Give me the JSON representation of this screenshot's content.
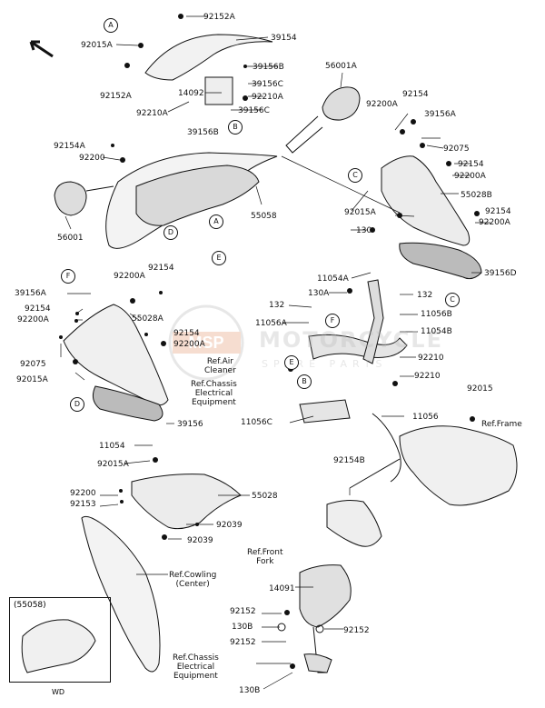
{
  "callouts": [
    {
      "id": "c1",
      "text": "92152A"
    },
    {
      "id": "c2",
      "text": "39154"
    },
    {
      "id": "c3",
      "text": "92015A"
    },
    {
      "id": "c4",
      "text": "92152A"
    },
    {
      "id": "c5",
      "text": "39156B"
    },
    {
      "id": "c6",
      "text": "56001A"
    },
    {
      "id": "c7",
      "text": "14092"
    },
    {
      "id": "c8",
      "text": "39156C"
    },
    {
      "id": "c9",
      "text": "92210A"
    },
    {
      "id": "c10",
      "text": "92210A"
    },
    {
      "id": "c11",
      "text": "39156C"
    },
    {
      "id": "c12",
      "text": "39156B"
    },
    {
      "id": "c13",
      "text": "92200A"
    },
    {
      "id": "c14",
      "text": "92154"
    },
    {
      "id": "c15",
      "text": "39156A"
    },
    {
      "id": "c16",
      "text": "92154A"
    },
    {
      "id": "c17",
      "text": "92075"
    },
    {
      "id": "c18",
      "text": "92200"
    },
    {
      "id": "c19",
      "text": "92154"
    },
    {
      "id": "c20",
      "text": "92200A"
    },
    {
      "id": "c21",
      "text": "55028B"
    },
    {
      "id": "c22",
      "text": "55058"
    },
    {
      "id": "c23",
      "text": "92015A"
    },
    {
      "id": "c24",
      "text": "92154"
    },
    {
      "id": "c25",
      "text": "92200A"
    },
    {
      "id": "c26",
      "text": "56001"
    },
    {
      "id": "c27",
      "text": "130"
    },
    {
      "id": "c28",
      "text": "39156D"
    },
    {
      "id": "c29",
      "text": "11054A"
    },
    {
      "id": "c30",
      "text": "92200A"
    },
    {
      "id": "c31",
      "text": "92154"
    },
    {
      "id": "c32",
      "text": "130A"
    },
    {
      "id": "c33",
      "text": "39156A"
    },
    {
      "id": "c34",
      "text": "55028A"
    },
    {
      "id": "c35",
      "text": "132"
    },
    {
      "id": "c36",
      "text": "132"
    },
    {
      "id": "c37",
      "text": "92154"
    },
    {
      "id": "c38",
      "text": "11056B"
    },
    {
      "id": "c39",
      "text": "92200A"
    },
    {
      "id": "c40",
      "text": "11056A"
    },
    {
      "id": "c41",
      "text": "11054B"
    },
    {
      "id": "c42",
      "text": "92154"
    },
    {
      "id": "c43",
      "text": "92200A"
    },
    {
      "id": "c44",
      "text": "92075"
    },
    {
      "id": "c45",
      "text": "92210"
    },
    {
      "id": "c46",
      "text": "92015A"
    },
    {
      "id": "c47",
      "text": "92210"
    },
    {
      "id": "c48",
      "text": "92015"
    },
    {
      "id": "c49",
      "text": "11056C"
    },
    {
      "id": "c50",
      "text": "11056"
    },
    {
      "id": "c51",
      "text": "39156"
    },
    {
      "id": "c52",
      "text": "11054"
    },
    {
      "id": "c53",
      "text": "92154B"
    },
    {
      "id": "c54",
      "text": "92015A"
    },
    {
      "id": "c55",
      "text": "92200"
    },
    {
      "id": "c56",
      "text": "55028"
    },
    {
      "id": "c57",
      "text": "92153"
    },
    {
      "id": "c58",
      "text": "92039"
    },
    {
      "id": "c59",
      "text": "92039"
    },
    {
      "id": "c60",
      "text": "14091"
    },
    {
      "id": "c61",
      "text": "92152"
    },
    {
      "id": "c62",
      "text": "130B"
    },
    {
      "id": "c63",
      "text": "92152"
    },
    {
      "id": "c64",
      "text": "92152"
    },
    {
      "id": "c65",
      "text": "130B"
    }
  ],
  "references": {
    "air_cleaner": "Ref.Air\nCleaner",
    "chassis_elec_1": "Ref.Chassis\nElectrical\nEquipment",
    "frame": "Ref.Frame",
    "front_fork": "Ref.Front\nFork",
    "cowling_center": "Ref.Cowling\n(Center)",
    "chassis_elec_2": "Ref.Chassis\nElectrical\nEquipment"
  },
  "circle_markers": [
    "A",
    "B",
    "A",
    "C",
    "D",
    "E",
    "F",
    "C",
    "F",
    "E",
    "B",
    "D"
  ],
  "inset": {
    "label": "(55058)",
    "code": "WD"
  },
  "watermark": {
    "title": "MOTORCYCLE",
    "subtitle": "SPARE PARTS",
    "logo": "MSP"
  },
  "colors": {
    "line": "#111111",
    "watermark": "#bdbdbd",
    "shade": "#9a9a9a"
  }
}
